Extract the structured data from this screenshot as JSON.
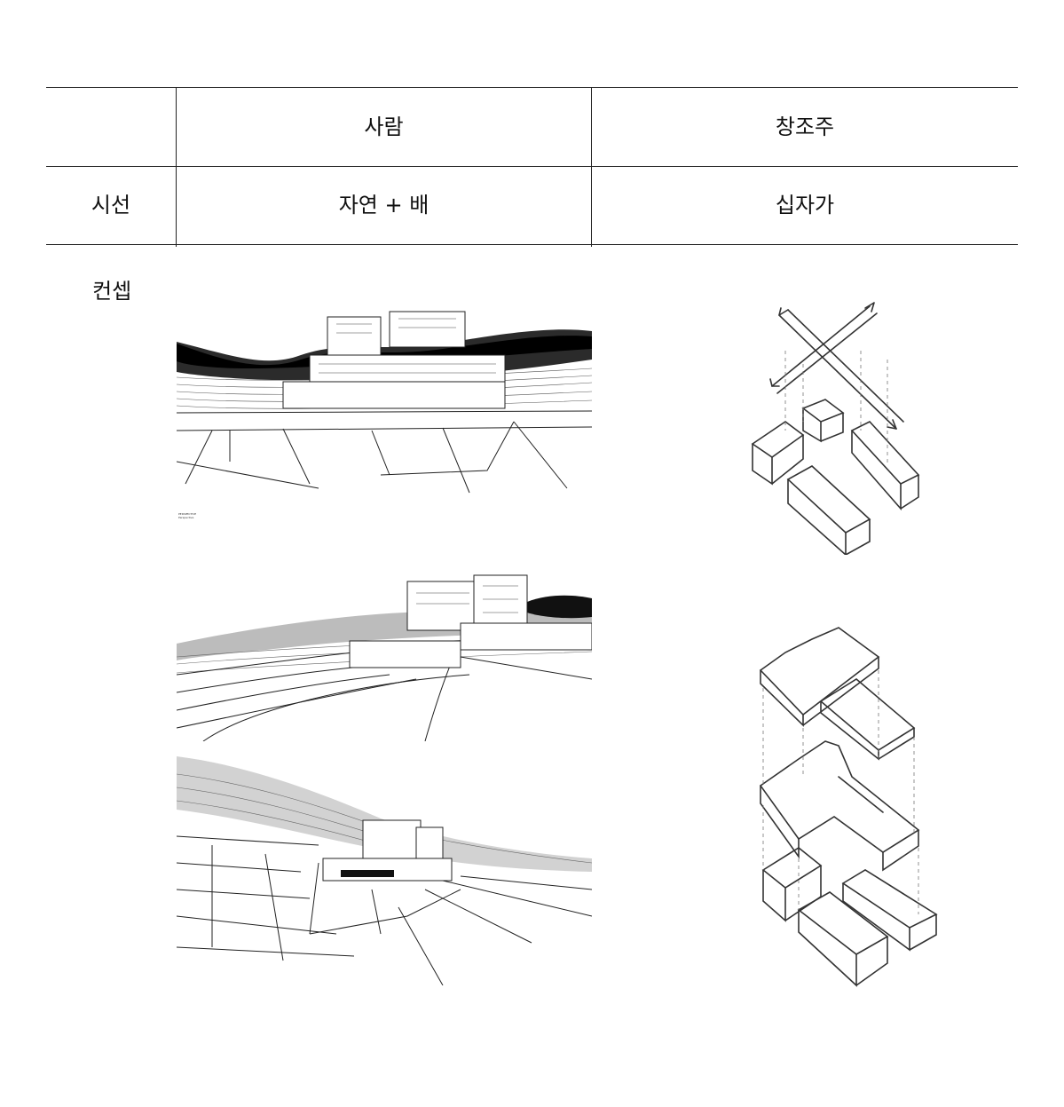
{
  "table": {
    "header": {
      "col1": "사람",
      "col2": "창조주"
    },
    "row": {
      "label": "시선",
      "col1": "자연 + 배",
      "col2": "십자가"
    }
  },
  "section_label": "컨셉",
  "render_caption_1": "PERSPECTIVE",
  "render_caption_2": "Perspective",
  "colors": {
    "line": "#222222",
    "ink": "#111111"
  },
  "images": [
    {
      "kind": "perspective-render",
      "count": 3
    },
    {
      "kind": "axonometric-sketch",
      "count": 2
    }
  ]
}
